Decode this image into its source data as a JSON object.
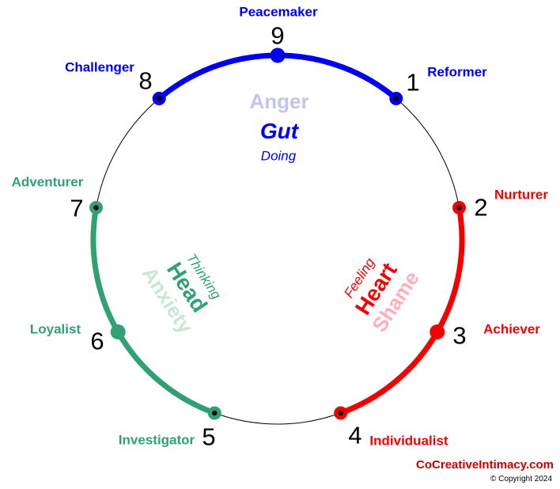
{
  "colors": {
    "gut_blue": "#0000EE",
    "gut_light_blue": "#C3C3F0",
    "heart_red": "#F40000",
    "heart_light_pink": "#FFB0BC",
    "head_green": "#2FA172",
    "head_light_green": "#C9E6D6",
    "number_black": "#000000",
    "footer_dark_red": "#CC0000"
  },
  "points": [
    {
      "number": "9",
      "name": "Peacemaker"
    },
    {
      "number": "1",
      "name": "Reformer"
    },
    {
      "number": "2",
      "name": "Nurturer"
    },
    {
      "number": "3",
      "name": "Achiever"
    },
    {
      "number": "4",
      "name": "Individualist"
    },
    {
      "number": "5",
      "name": "Investigator"
    },
    {
      "number": "6",
      "name": "Loyalist"
    },
    {
      "number": "7",
      "name": "Adventurer"
    },
    {
      "number": "8",
      "name": "Challenger"
    }
  ],
  "centers": {
    "gut": {
      "emotion": "Anger",
      "name": "Gut",
      "mode": "Doing"
    },
    "heart": {
      "mode": "Feeling",
      "name": "Heart",
      "emotion": "Shame"
    },
    "head": {
      "mode": "Thinking",
      "name": "Head",
      "emotion": "Anxiety"
    }
  },
  "footer": {
    "website": "CoCreativeIntimacy.com",
    "copyright": "© Copyright 2024"
  }
}
